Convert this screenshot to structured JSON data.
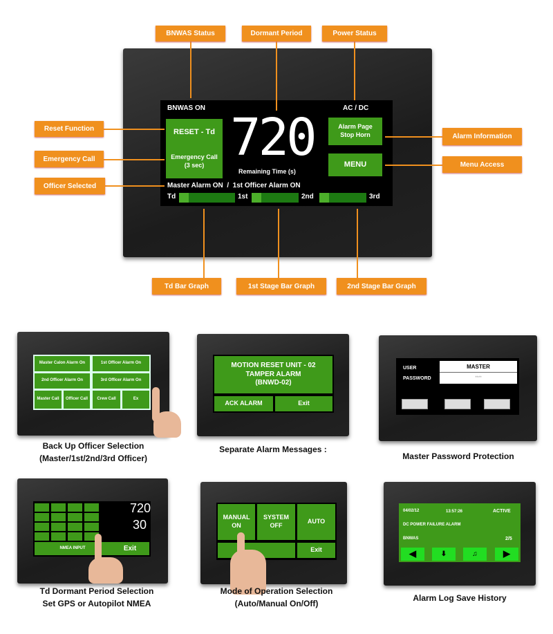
{
  "callouts": {
    "bnwas_status": "BNWAS Status",
    "dormant_period": "Dormant Period",
    "power_status": "Power Status",
    "reset_function": "Reset Function",
    "emergency_call": "Emergency Call",
    "officer_selected": "Officer Selected",
    "alarm_information": "Alarm Information",
    "menu_access": "Menu Access",
    "td_bar_graph": "Td Bar Graph",
    "stage1_bar_graph": "1st Stage Bar Graph",
    "stage2_bar_graph": "2nd Stage Bar Graph"
  },
  "main_screen": {
    "status": "BNWAS ON",
    "power": "AC / DC",
    "reset_button": "RESET - Td",
    "emergency_button": "Emergency Call",
    "emergency_sub": "(3 sec)",
    "countdown": "720",
    "countdown_label": "Remaining Time (s)",
    "alarm_button_1": "Alarm Page",
    "alarm_button_2": "Stop Horn",
    "menu_button": "MENU",
    "officer_line": "Master Alarm ON  /  1st Officer Alarm ON",
    "bar_labels": [
      "Td",
      "1st",
      "2nd",
      "3rd"
    ]
  },
  "thumbs": {
    "officer": {
      "buttons": [
        "Master Calon Alarm On",
        "1st Officer Alarm On",
        "2nd Officer Alarm On",
        "3rd Officer Alarm On",
        "Master Call",
        "Officer Call",
        "Crew Call",
        "Ex"
      ],
      "caption1": "Back Up Officer Selection",
      "caption2": "(Master/1st/2nd/3rd Officer)"
    },
    "alarm": {
      "line1": "MOTION RESET UNIT - 02",
      "line2": "TAMPER ALARM",
      "line3": "(BNWD-02)",
      "ack": "ACK ALARM",
      "exit": "Exit",
      "caption": "Separate Alarm Messages :"
    },
    "password": {
      "user_label": "USER",
      "user_value": "MASTER",
      "password_label": "PASSWORD",
      "password_value": "****",
      "caption": "Master Password Protection"
    },
    "dormant": {
      "readout1": "720",
      "readout2": "30",
      "nmea": "NMEA INPUT",
      "exit": "Exit",
      "caption1": "Td Dormant Period Selection",
      "caption2": "Set GPS or Autopilot NMEA"
    },
    "mode": {
      "manual": "MANUAL ON",
      "system": "SYSTEM OFF",
      "auto": "AUTO",
      "exit": "Exit",
      "caption1": "Mode of Operation Selection",
      "caption2": "(Auto/Manual On/Off)"
    },
    "log": {
      "date": "04/02/12",
      "time": "13:57:26",
      "state": "ACTIVE",
      "message": "DC POWER FAILURE ALARM",
      "source": "BNWAS",
      "page": "2/5",
      "caption": "Alarm Log Save History"
    }
  },
  "colors": {
    "callout": "#f0901e",
    "button_green": "#3f9a1a",
    "bright_green": "#22dd22"
  }
}
